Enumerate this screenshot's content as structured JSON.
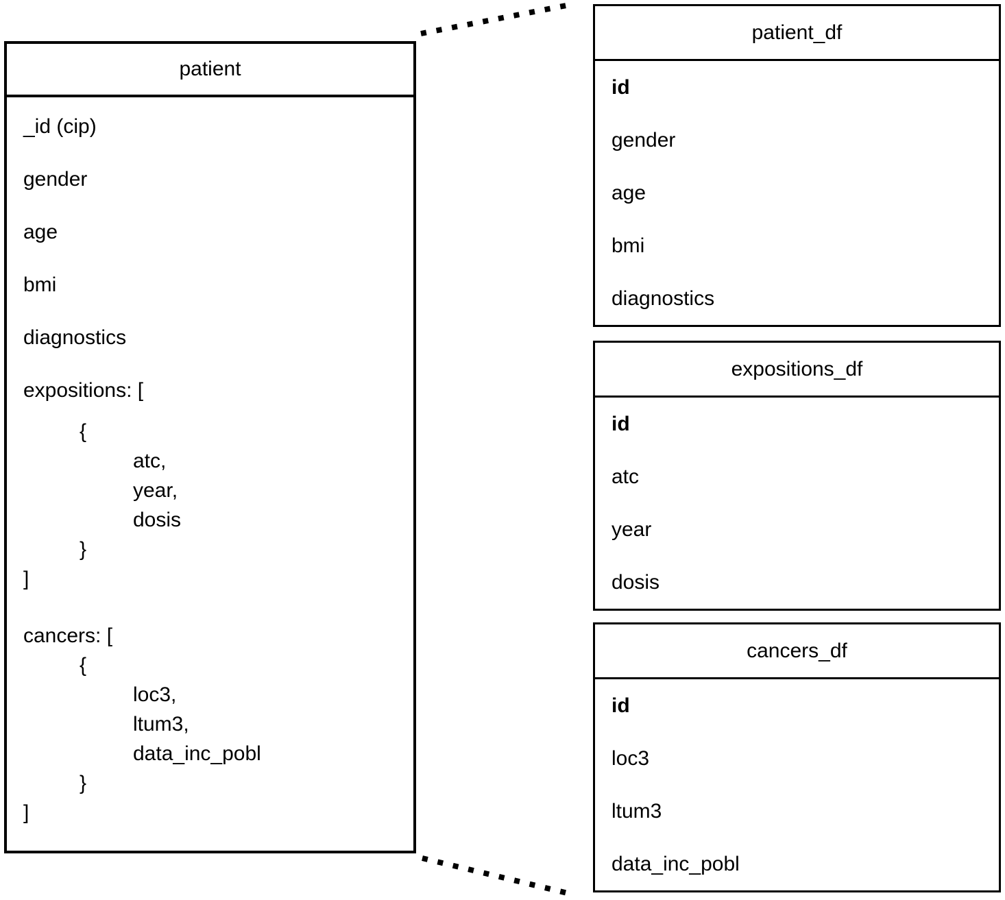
{
  "diagram": {
    "source": {
      "title": "patient",
      "lines": [
        "_id (cip)",
        "gender",
        "age",
        "bmi",
        "diagnostics",
        "expositions: [",
        "{",
        "atc,",
        "year,",
        "dosis",
        "}",
        "]",
        "cancers: [",
        "{",
        "loc3,",
        "ltum3,",
        "data_inc_pobl",
        "}",
        "]"
      ]
    },
    "targets": [
      {
        "title": "patient_df",
        "fields": [
          "id",
          "gender",
          "age",
          "bmi",
          "diagnostics"
        ]
      },
      {
        "title": "expositions_df",
        "fields": [
          "id",
          "atc",
          "year",
          "dosis"
        ]
      },
      {
        "title": "cancers_df",
        "fields": [
          "id",
          "loc3",
          "ltum3",
          "data_inc_pobl"
        ]
      }
    ],
    "colors": {
      "line": "#000000",
      "background": "#ffffff"
    }
  }
}
